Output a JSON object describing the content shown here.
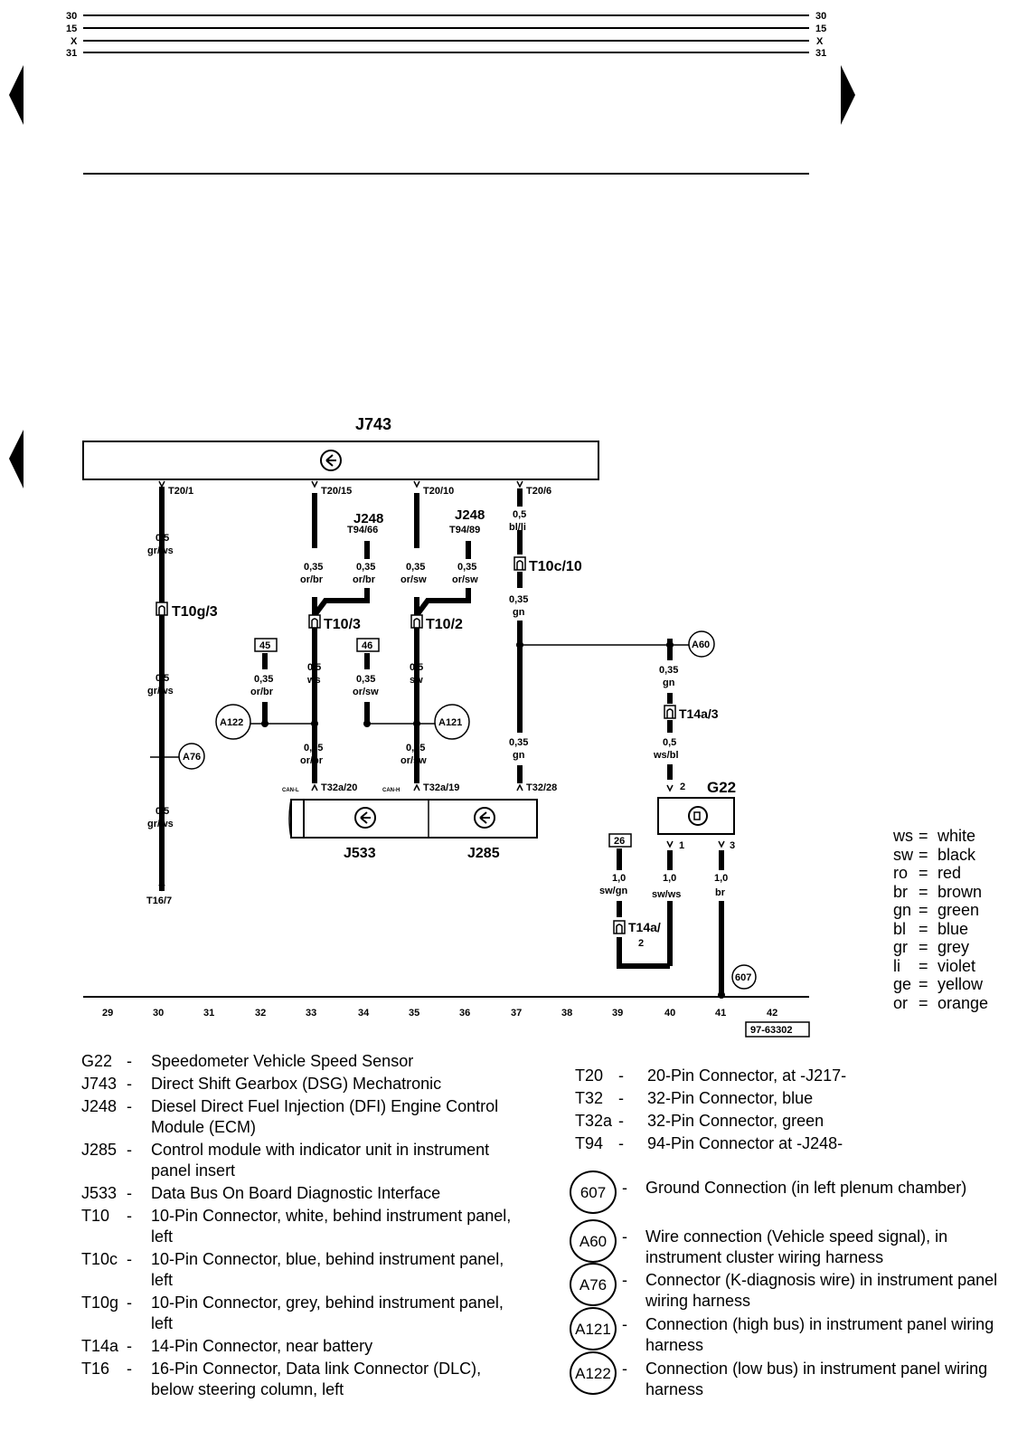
{
  "bus_lines": [
    "30",
    "15",
    "X",
    "31"
  ],
  "module_j743": "J743",
  "pins_top": [
    "T20/1",
    "T20/15",
    "T20/10",
    "T20/6"
  ],
  "ecm_refs": [
    {
      "name": "J248",
      "pin": "T94/66"
    },
    {
      "name": "J248",
      "pin": "T94/89"
    }
  ],
  "wires": {
    "w1a": [
      "0,5",
      "gr/ws"
    ],
    "w1b": [
      "0,5",
      "gr/ws"
    ],
    "w1c": [
      "0,5",
      "gr/ws"
    ],
    "w2a": [
      "0,35",
      "or/br"
    ],
    "w2b": [
      "0,35",
      "or/br"
    ],
    "w2c": [
      "0,5",
      "ws"
    ],
    "w2d": [
      "0,35",
      "or/br"
    ],
    "w3a": [
      "0,35",
      "or/sw"
    ],
    "w3b": [
      "0,35",
      "or/sw"
    ],
    "w3c": [
      "0,5",
      "sw"
    ],
    "w3d": [
      "0,35",
      "or/sw"
    ],
    "w4a": [
      "0,5",
      "bl/li"
    ],
    "w4b": [
      "0,35",
      "gn"
    ],
    "w4c": [
      "0,35",
      "gn"
    ],
    "w45": [
      "0,35",
      "or/br"
    ],
    "w46": [
      "0,35",
      "or/sw"
    ],
    "w5a": [
      "0,35",
      "gn"
    ],
    "w5b": [
      "0,5",
      "ws/bl"
    ],
    "w6a": [
      "1,0",
      "sw/gn"
    ],
    "w6b": [
      "1,0",
      "sw/ws"
    ],
    "w6c": [
      "1,0",
      "br"
    ]
  },
  "connectors": {
    "t10g": "T10g/3",
    "t10_3": "T10/3",
    "t10_2": "T10/2",
    "t10c": "T10c/10",
    "t14a3": "T14a/3",
    "t14a2a": "T14a/",
    "t14a2b": "2",
    "t32a20": "T32a/20",
    "t32a19": "T32a/19",
    "t32_28": "T32/28",
    "canl": "CAN-L",
    "canh": "CAN-H",
    "t16": "T16/7"
  },
  "boxes": {
    "b45": "45",
    "b46": "46",
    "b26": "26"
  },
  "circles": {
    "a122": "A122",
    "a121": "A121",
    "a76": "A76",
    "a60": "A60",
    "g607": "607"
  },
  "modules": {
    "j533": "J533",
    "j285": "J285",
    "g22": "G22",
    "g22_pin2": "2",
    "g22_pin1": "1",
    "g22_pin3": "3"
  },
  "ruler": [
    "29",
    "30",
    "31",
    "32",
    "33",
    "34",
    "35",
    "36",
    "37",
    "38",
    "39",
    "40",
    "41",
    "42"
  ],
  "figure_id": "97-63302",
  "color_legend": [
    {
      "k": "ws",
      "v": "white"
    },
    {
      "k": "sw",
      "v": "black"
    },
    {
      "k": "ro",
      "v": "red"
    },
    {
      "k": "br",
      "v": "brown"
    },
    {
      "k": "gn",
      "v": "green"
    },
    {
      "k": "bl",
      "v": "blue"
    },
    {
      "k": "gr",
      "v": "grey"
    },
    {
      "k": "li",
      "v": "violet"
    },
    {
      "k": "ge",
      "v": "yellow"
    },
    {
      "k": "or",
      "v": "orange"
    }
  ],
  "components": [
    {
      "code": "G22",
      "text": "Speedometer Vehicle Speed Sensor"
    },
    {
      "code": "J743",
      "text": "Direct Shift Gearbox (DSG) Mechatronic"
    },
    {
      "code": "J248",
      "text": "Diesel Direct Fuel Injection (DFI) Engine Control Module (ECM)"
    },
    {
      "code": "J285",
      "text": "Control module with indicator unit in instrument panel insert"
    },
    {
      "code": "J533",
      "text": "Data Bus On Board Diagnostic Interface"
    },
    {
      "code": "T10",
      "text": "10-Pin Connector, white, behind instrument panel, left"
    },
    {
      "code": "T10c",
      "text": "10-Pin Connector, blue, behind instrument panel, left"
    },
    {
      "code": "T10g",
      "text": "10-Pin Connector, grey, behind instrument panel, left"
    },
    {
      "code": "T14a",
      "text": "14-Pin Connector, near battery"
    },
    {
      "code": "T16",
      "text": "16-Pin Connector, Data link Connector (DLC), below steering column, left"
    }
  ],
  "connectors_legend": [
    {
      "code": "T20",
      "text": "20-Pin Connector, at -J217-"
    },
    {
      "code": "T32",
      "text": "32-Pin Connector, blue"
    },
    {
      "code": "T32a",
      "text": "32-Pin Connector, green"
    },
    {
      "code": "T94",
      "text": "94-Pin Connector at -J248-"
    }
  ],
  "ground_legend": [
    {
      "code": "607",
      "text": "Ground Connection (in left plenum chamber)"
    },
    {
      "code": "A60",
      "text": "Wire connection (Vehicle speed signal), in instrument cluster  wiring harness"
    },
    {
      "code": "A76",
      "text": "Connector (K-diagnosis wire) in instrument panel wiring harness"
    },
    {
      "code": "A121",
      "text": "Connection (high bus) in instrument panel wiring harness"
    },
    {
      "code": "A122",
      "text": "Connection (low bus) in instrument panel wiring harness"
    }
  ]
}
